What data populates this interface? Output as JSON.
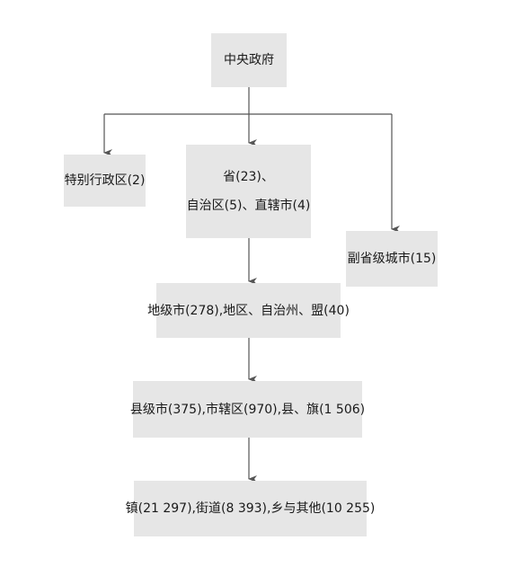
{
  "nodes": {
    "central": {
      "label": "中央政府"
    },
    "sar": {
      "label": "特别行政区(2)"
    },
    "province": {
      "line1": "省(23)、",
      "line2": "自治区(5)、直辖市(4)"
    },
    "sub_provincial": {
      "label": "副省级城市(15)"
    },
    "prefecture": {
      "label": "地级市(278),地区、自治州、盟(40)"
    },
    "county": {
      "label": "县级市(375),市辖区(970),县、旗(1 506)"
    },
    "township": {
      "label": "镇(21 297),街道(8 393),乡与其他(10 255)"
    }
  },
  "colors": {
    "box_fill": "#e6e6e6",
    "line": "#555555",
    "text": "#1a1a1a"
  }
}
